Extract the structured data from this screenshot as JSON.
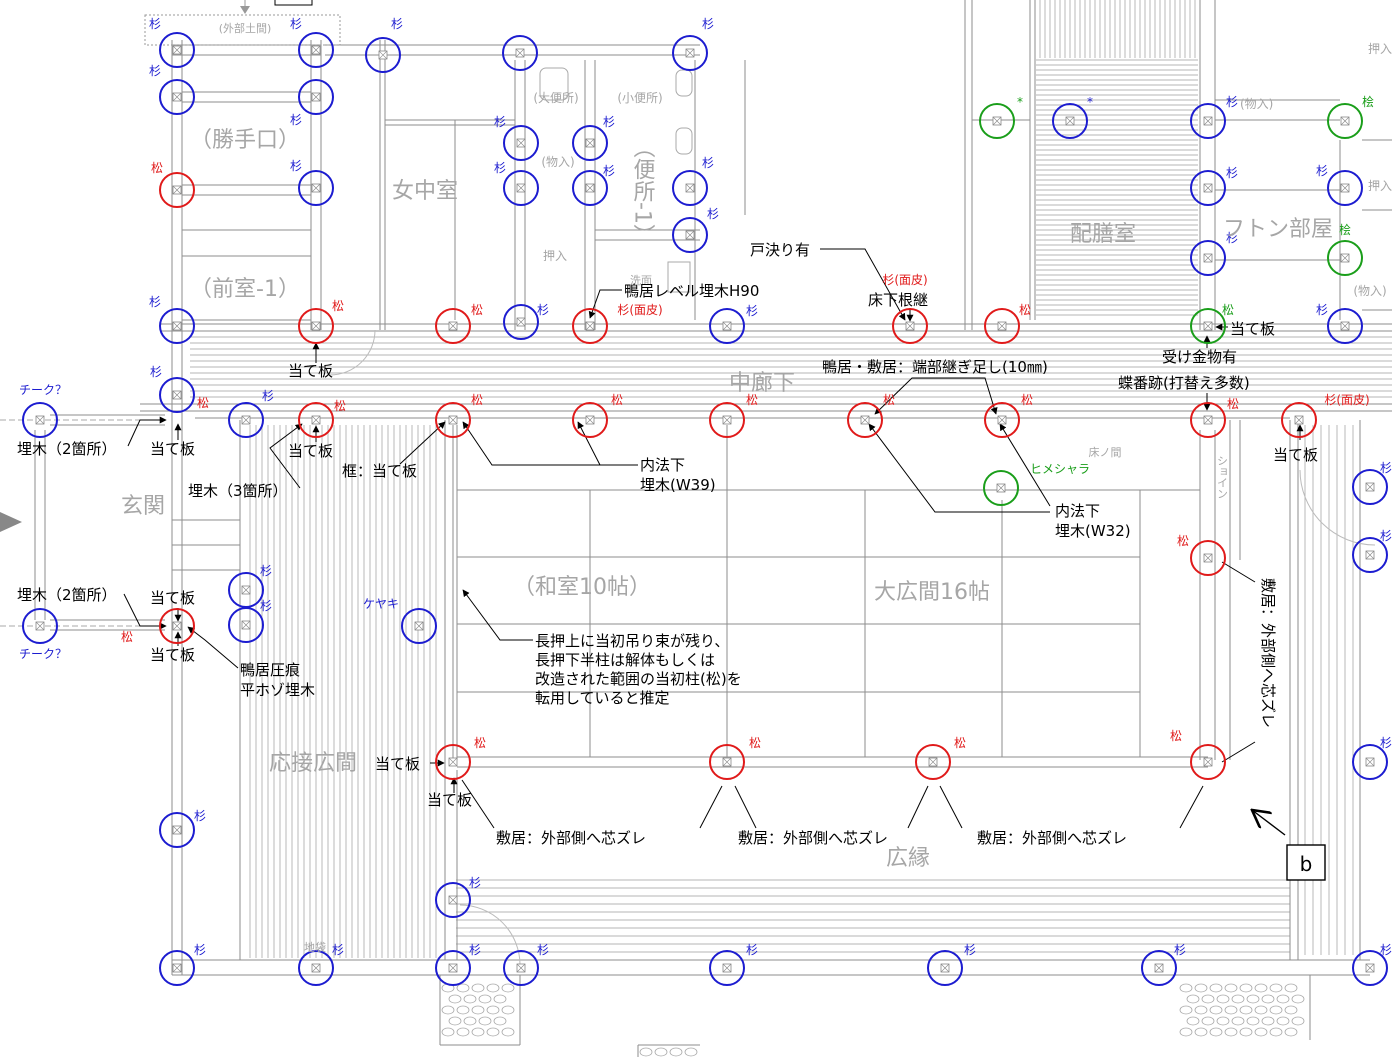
{
  "colors": {
    "blue": "#1c1cd0",
    "red": "#e01a1a",
    "green": "#1a9e1a",
    "room": "#a6a6a6",
    "line": "#9c9c9c",
    "ink": "#000000"
  },
  "columns": [
    {
      "label": "杉",
      "tone": "blue"
    },
    {
      "label": "杉",
      "tone": "blue"
    },
    {
      "label": "杉",
      "tone": "blue"
    },
    {
      "tone": "blue"
    },
    {
      "label": "杉",
      "tone": "blue"
    },
    {
      "label": "杉",
      "tone": "blue"
    },
    {
      "label": "杉",
      "tone": "blue"
    },
    {
      "label": "杉",
      "tone": "blue"
    },
    {
      "label": "杉",
      "tone": "blue"
    },
    {
      "label": "松",
      "tone": "red"
    },
    {
      "label": "杉",
      "tone": "blue"
    },
    {
      "label": "杉",
      "tone": "blue"
    },
    {
      "label": "杉",
      "tone": "blue"
    },
    {
      "label": "杉",
      "tone": "blue"
    },
    {
      "label": "杉",
      "tone": "blue"
    },
    {
      "label": "杉",
      "tone": "blue"
    },
    {
      "label": "松",
      "tone": "red"
    },
    {
      "label": "松",
      "tone": "red"
    },
    {
      "label": "杉",
      "tone": "blue"
    },
    {
      "label": "杉(面皮)",
      "tone": "red"
    },
    {
      "label": "杉",
      "tone": "blue"
    },
    {
      "label": "杉(面皮)",
      "tone": "red"
    },
    {
      "label": "松",
      "tone": "red"
    },
    {
      "label": "松",
      "tone": "green"
    },
    {
      "label": "杉",
      "tone": "blue"
    },
    {
      "label": "杉",
      "tone": "blue"
    },
    {
      "label": "チーク？",
      "tone": "blue"
    },
    {
      "label": "杉",
      "tone": "blue"
    },
    {
      "label": "松",
      "tone": "red"
    },
    {
      "label": "松",
      "tone": "red"
    },
    {
      "label": "松",
      "tone": "red"
    },
    {
      "label": "松",
      "tone": "red"
    },
    {
      "label": "松",
      "tone": "red"
    },
    {
      "label": "松",
      "tone": "red"
    },
    {
      "label": "松",
      "tone": "red"
    },
    {
      "label": "杉(面皮)",
      "tone": "red"
    },
    {
      "label": "*",
      "tone": "green"
    },
    {
      "label": "*",
      "tone": "blue"
    },
    {
      "label": "杉",
      "tone": "blue"
    },
    {
      "label": "桧",
      "tone": "green"
    },
    {
      "label": "杉",
      "tone": "blue"
    },
    {
      "label": "杉",
      "tone": "blue"
    },
    {
      "label": "杉",
      "tone": "blue"
    },
    {
      "label": "桧",
      "tone": "green"
    },
    {
      "label": "ヒメシャラ",
      "tone": "green"
    },
    {
      "label": "杉",
      "tone": "blue"
    },
    {
      "label": "杉",
      "tone": "blue"
    },
    {
      "label": "松",
      "tone": "red"
    },
    {
      "label": "杉",
      "tone": "blue"
    },
    {
      "label": "杉",
      "tone": "blue"
    },
    {
      "label": "ケヤキ",
      "tone": "blue"
    },
    {
      "label": "チーク？",
      "tone": "blue"
    },
    {
      "label": "松",
      "tone": "red"
    },
    {
      "label": "松",
      "tone": "red"
    },
    {
      "label": "松",
      "tone": "red"
    },
    {
      "label": "松",
      "tone": "red"
    },
    {
      "label": "松",
      "tone": "red"
    },
    {
      "label": "杉",
      "tone": "blue"
    },
    {
      "label": "杉",
      "tone": "blue"
    },
    {
      "label": "杉",
      "tone": "blue"
    },
    {
      "label": "杉",
      "tone": "blue"
    },
    {
      "label": "杉",
      "tone": "blue"
    },
    {
      "label": "杉",
      "tone": "blue"
    },
    {
      "label": "杉",
      "tone": "blue"
    },
    {
      "label": "杉",
      "tone": "blue"
    },
    {
      "label": "杉",
      "tone": "blue"
    },
    {
      "label": "杉",
      "tone": "blue"
    },
    {
      "label": "杉",
      "tone": "blue"
    }
  ],
  "tags": [
    {
      "label": "松",
      "tone": "red"
    },
    {
      "label": "(物入)",
      "tone": "room"
    }
  ],
  "rooms": [
    "(外部土間)",
    "（勝手口）",
    "女中室",
    "（前室-1）",
    "(大便所)",
    "(小便所)",
    "(物入)",
    "押入",
    "洗面",
    "配膳室",
    "フトン部屋",
    "押入",
    "押入",
    "(物入)",
    "中廊下",
    "玄関",
    "（和室10帖）",
    "大広間16帖",
    "応接広間",
    "広縁",
    "床ノ間",
    "地袋",
    "（便所-1）",
    "ショイン"
  ],
  "notes": [
    "戸決り有",
    "鴨居レベル埋木H90",
    "床下根継",
    "当て板",
    "鴨居・敷居：端部継ぎ足し(10㎜)",
    "受け金物有",
    "当て板",
    "蝶番跡(打替え多数)",
    "埋木（2箇所）",
    "当て板",
    "当て板",
    "框：当て板",
    "内法下",
    "埋木(W39)",
    "埋木（3箇所）",
    "内法下",
    "埋木(W32)",
    "当て板",
    "埋木（2箇所）",
    "当て板",
    "当て板",
    "鴨居圧痕",
    "平ホゾ埋木",
    "長押上に当初吊り束が残り、",
    "長押下半柱は解体もしくは",
    "改造された範囲の当初柱(松)を",
    "転用していると推定",
    "敷居：外部側へ芯ズレ",
    "当て板",
    "当て板",
    "敷居：外部側へ芯ズレ",
    "敷居：外部側へ芯ズレ",
    "敷居：外部側へ芯ズレ"
  ],
  "callout": "b"
}
